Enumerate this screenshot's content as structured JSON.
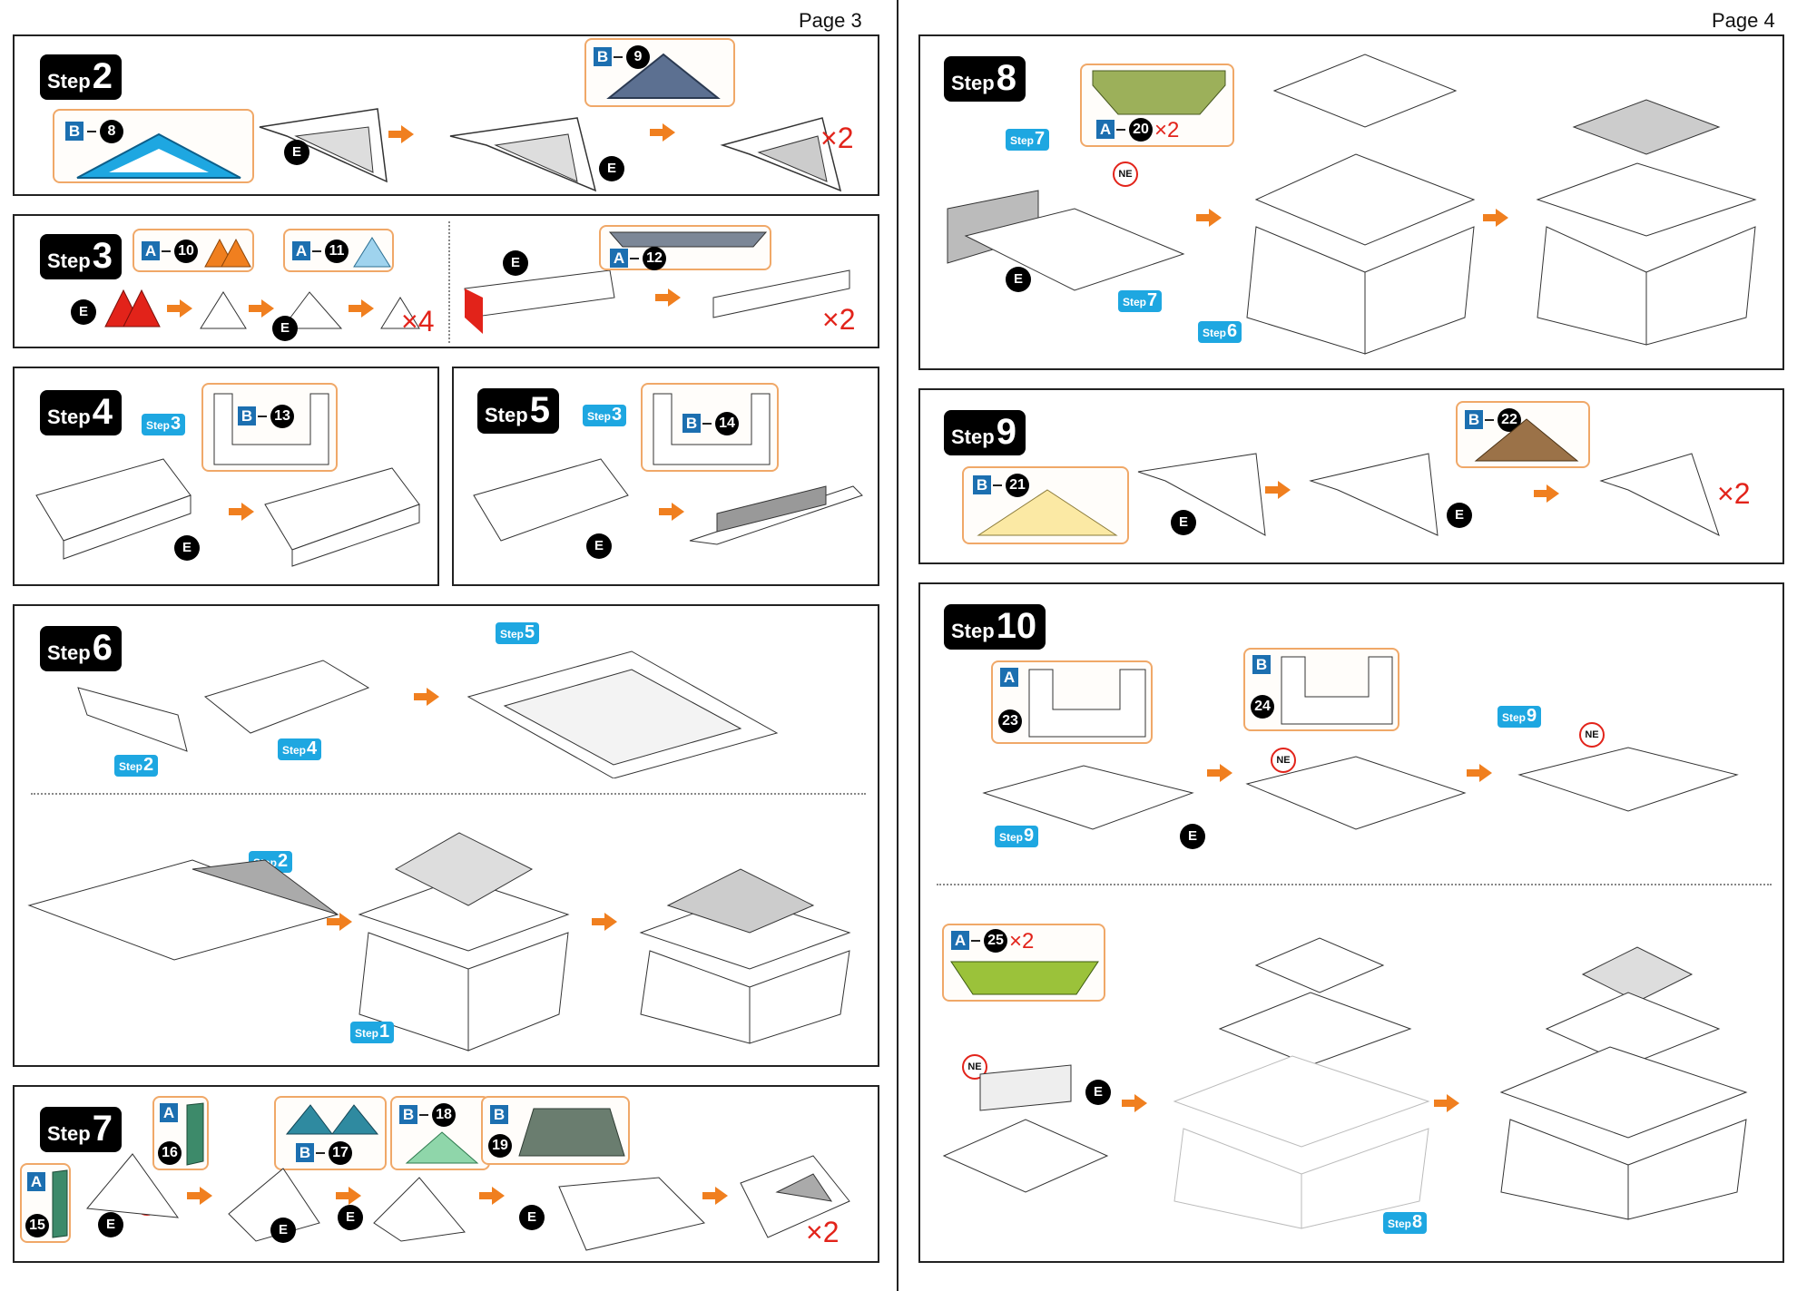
{
  "pages": {
    "left_label": "Page 3",
    "right_label": "Page 4"
  },
  "step_word": "Step",
  "steps": {
    "s2": {
      "n": "2",
      "callouts": [
        {
          "letter": "B",
          "num": "8"
        },
        {
          "letter": "B",
          "num": "9"
        }
      ],
      "mult": "×2"
    },
    "s3": {
      "n": "3",
      "callouts": [
        {
          "letter": "A",
          "num": "10"
        },
        {
          "letter": "A",
          "num": "11"
        },
        {
          "letter": "A",
          "num": "12"
        }
      ],
      "mult_a": "×4",
      "mult_b": "×2"
    },
    "s4": {
      "n": "4",
      "ref": "3",
      "callouts": [
        {
          "letter": "B",
          "num": "13"
        }
      ]
    },
    "s5": {
      "n": "5",
      "ref": "3",
      "callouts": [
        {
          "letter": "B",
          "num": "14"
        }
      ]
    },
    "s6": {
      "n": "6",
      "refs": [
        "2",
        "4",
        "5",
        "2",
        "1"
      ]
    },
    "s7": {
      "n": "7",
      "callouts": [
        {
          "letter": "A",
          "num": "15"
        },
        {
          "letter": "A",
          "num": "16"
        },
        {
          "letter": "B",
          "num": "17"
        },
        {
          "letter": "B",
          "num": "18"
        },
        {
          "letter": "B",
          "num": "19"
        }
      ],
      "mult": "×2"
    },
    "s8": {
      "n": "8",
      "refs": [
        "7",
        "7",
        "6"
      ],
      "callouts": [
        {
          "letter": "A",
          "num": "20",
          "mult": "×2"
        }
      ]
    },
    "s9": {
      "n": "9",
      "callouts": [
        {
          "letter": "B",
          "num": "21"
        },
        {
          "letter": "B",
          "num": "22"
        }
      ],
      "mult": "×2"
    },
    "s10": {
      "n": "10",
      "refs": [
        "9",
        "9",
        "8"
      ],
      "callouts": [
        {
          "letter": "A",
          "num": "23"
        },
        {
          "letter": "B",
          "num": "24"
        },
        {
          "letter": "A",
          "num": "25",
          "mult": "×2"
        }
      ]
    }
  },
  "badges": {
    "e": "E",
    "ne": "NE"
  },
  "colors": {
    "accent_orange": "#f07f1f",
    "ref_blue": "#1ea7e1",
    "letter_blue": "#1c6fb0",
    "mult_red": "#e2231a",
    "callout_border": "#f0a868"
  }
}
